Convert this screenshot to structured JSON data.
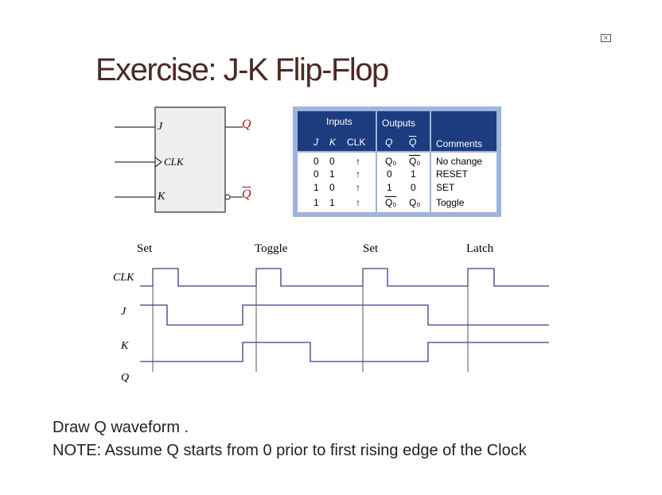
{
  "title": "Exercise: J-K Flip-Flop",
  "window": {
    "close_icon": "close-box-icon"
  },
  "flipflop": {
    "pin_j": "J",
    "pin_clk": "CLK",
    "pin_k": "K",
    "out_q": "Q",
    "out_qbar": "Q"
  },
  "truth_table": {
    "group_inputs": "Inputs",
    "group_outputs": "Outputs",
    "headers": [
      "J",
      "K",
      "CLK",
      "Q",
      "Q",
      "Comments"
    ],
    "rows": [
      [
        "0",
        "0",
        "↑",
        "Q₀",
        "Q₀",
        "No change"
      ],
      [
        "0",
        "1",
        "↑",
        "0",
        "1",
        "RESET"
      ],
      [
        "1",
        "0",
        "↑",
        "1",
        "0",
        "SET"
      ],
      [
        "1",
        "1",
        "↑",
        "Q₀",
        "Q₀",
        "Toggle"
      ]
    ],
    "colors": {
      "border": "#9fb3dc",
      "header_bg": "#1d3c7f"
    }
  },
  "timing": {
    "phase_labels": [
      "Set",
      "Toggle",
      "Set",
      "Latch"
    ],
    "signal_labels": [
      "CLK",
      "J",
      "K",
      "Q"
    ],
    "line_color": "#3b3b8c"
  },
  "instructions": {
    "line1": "Draw Q waveform .",
    "line2": "NOTE: Assume Q starts from 0 prior to first rising edge of the Clock"
  }
}
